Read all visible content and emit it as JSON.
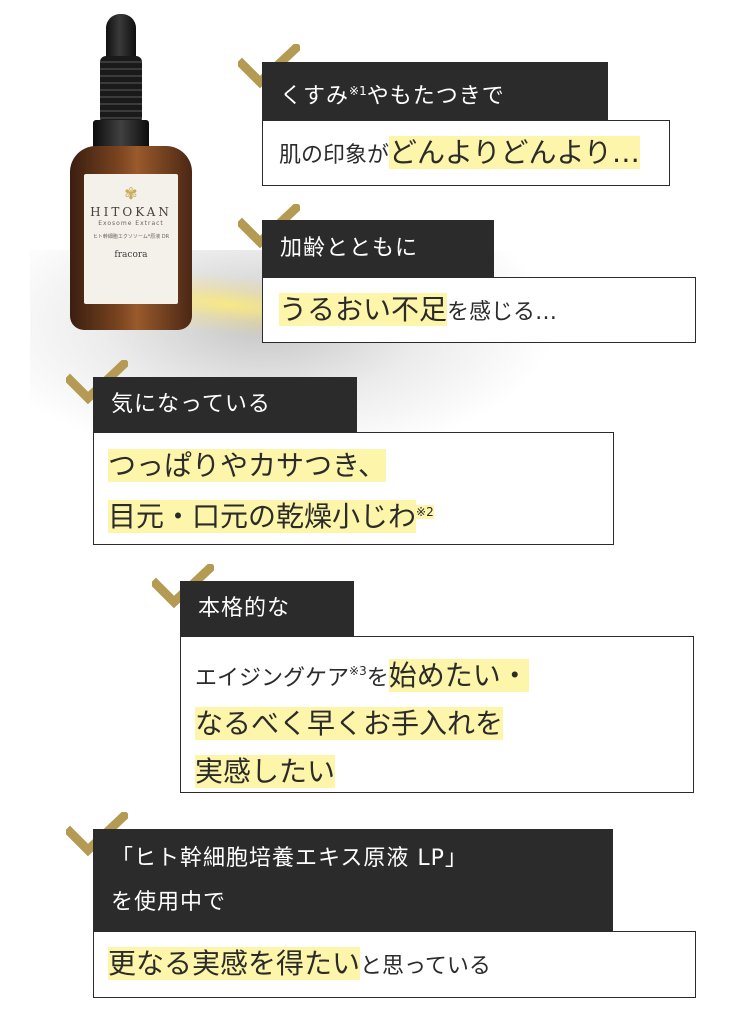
{
  "product": {
    "brand": "HITOKAN",
    "subtitle": "Exosome Extract",
    "small_text": "ヒト幹細胞エクソソーム*原液 DR",
    "maker": "fracora"
  },
  "items": [
    {
      "header": {
        "text": "くすみ",
        "note": "※1",
        "rest": "やもたつきで"
      },
      "body": {
        "plain": "肌の印象が",
        "highlight": "どんよりどんより…"
      }
    },
    {
      "header": {
        "text": "加齢とともに"
      },
      "body": {
        "highlight": "うるおい不足",
        "plain": "を感じる…"
      }
    },
    {
      "header": {
        "text": "気になっている"
      },
      "body": {
        "line1": "つっぱりやカサつき、",
        "line2": "目元・口元の乾燥小じわ",
        "note": "※2"
      }
    },
    {
      "header": {
        "text": "本格的な"
      },
      "body": {
        "plain": "エイジングケア",
        "note": "※3",
        "plain2": "を",
        "highlight1": "始めたい・",
        "line2": "なるべく早くお手入れを",
        "line3": "実感したい"
      }
    },
    {
      "header": {
        "line1": "「ヒト幹細胞培養エキス原液 LP」",
        "line2": "を使用中で"
      },
      "body": {
        "highlight": "更なる実感を得たい",
        "plain": "と思っている"
      }
    }
  ],
  "colors": {
    "header_bg": "#2b2b2b",
    "highlight": "#fdf5a9",
    "check": "#b49a52"
  }
}
